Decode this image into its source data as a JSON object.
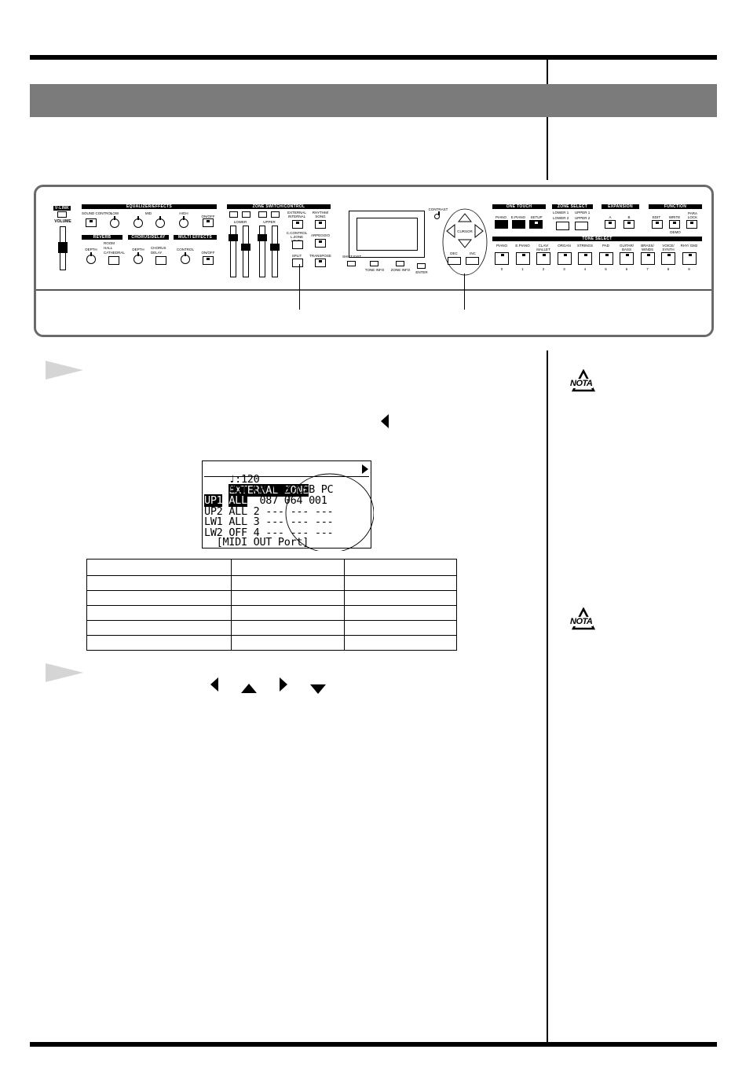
{
  "keyboard_panel": {
    "volume_label": "VOLUME",
    "top_badge": "V-LINK",
    "sections": {
      "eq_effects": "EQUALIZER/EFFECTS",
      "zone_switch": "ZONE SWITCH/CONTROL",
      "reverb": "REVERB",
      "chorus_delay": "CHORUS/DELAY",
      "multi_effects": "MULTI EFFECTS",
      "one_touch": "ONE TOUCH",
      "zone_select": "ZONE SELECT",
      "expansion": "EXPANSION",
      "function": "FUNCTION",
      "tone_select": "TONE SELECT"
    },
    "eq_labels": [
      "SOUND CONTROL",
      "LOW",
      "MID",
      "HIGH",
      "ON/OFF"
    ],
    "reverb_labels": [
      "DEPTH",
      "ROOM",
      "HALL",
      "CATHEDRAL"
    ],
    "chorus_labels": [
      "DEPTH",
      "CHORUS",
      "DELAY"
    ],
    "multi_labels": [
      "CONTROL",
      "ON/OFF"
    ],
    "zone_labels": [
      "EXTERNAL INTERNAL",
      "RHYTHM/ SONG",
      "C.CONTROL L.ZONE LEVEL",
      "ARPEGGIO",
      "SPLIT",
      "TRANSPOSE"
    ],
    "zone_slider_groups": [
      "LOWER",
      "UPPER"
    ],
    "display_buttons": [
      "SHIFT EXIT",
      "TONE INFO",
      "ZONE INFO",
      "ENTER"
    ],
    "cursor": {
      "contrast": "CONTRAST",
      "cursor": "CURSOR",
      "dec": "DEC",
      "inc": "INC"
    },
    "one_touch_labels": [
      "PIANO",
      "E.PIANO",
      "SETUP"
    ],
    "zone_select_labels": [
      "LOWER 1",
      "UPPER 1",
      "LOWER 2",
      "UPPER 2"
    ],
    "expansion_labels": [
      "A",
      "B"
    ],
    "function_labels": [
      "EDIT",
      "WRITE",
      "PARA LOCK",
      "DEMO"
    ],
    "tone_labels": [
      "PIANO",
      "E.PIANO",
      "CLAV/ MALLET",
      "ORGAN",
      "STRINGS",
      "PAD",
      "GUITAR/ BASS",
      "BRASS/ WINDS",
      "VOICE/ SYNTH",
      "RHY/ GM2"
    ],
    "tone_numbers": [
      "0",
      "1",
      "2",
      "3",
      "4",
      "5",
      "6",
      "7",
      "8",
      "9"
    ]
  },
  "lcd": {
    "line1_tempo": "♩:120",
    "line1_title": "EXTERNAL ZONE",
    "header": "    OUT CH MSB LSB PC",
    "rows": [
      {
        "zone": "UP1",
        "out": "ALL",
        "rest": "  087 064 001"
      },
      {
        "zone": "UP2",
        "out": "ALL",
        "rest": " 2 --- --- ---"
      },
      {
        "zone": "LW1",
        "out": "ALL",
        "rest": " 3 --- --- ---"
      },
      {
        "zone": "LW2",
        "out": "OFF",
        "rest": " 4 --- --- ---"
      }
    ],
    "footer": "  [MIDI OUT Port]"
  },
  "nota": [
    "NOTA",
    "NOTA"
  ],
  "colors": {
    "header_bar": "#7b7b7b",
    "panel_border": "#6a6a6a"
  }
}
